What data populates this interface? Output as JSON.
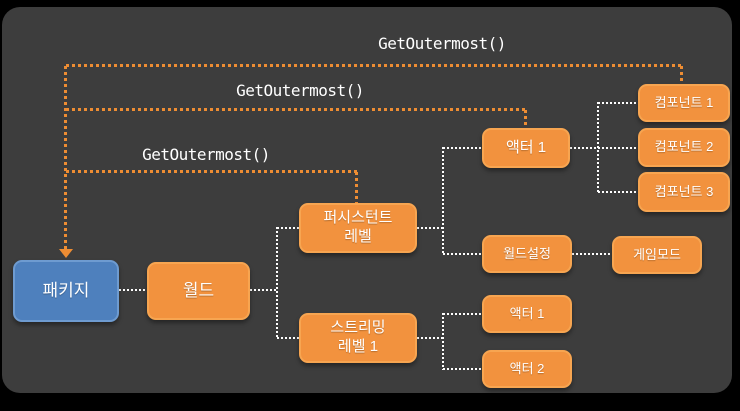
{
  "diagram": {
    "annotations": {
      "get_outermost_top": "GetOutermost()",
      "get_outermost_mid": "GetOutermost()",
      "get_outermost_low": "GetOutermost()"
    },
    "nodes": {
      "package": {
        "label": "패키지"
      },
      "world": {
        "label": "월드"
      },
      "persistent_level": {
        "label": "퍼시스턴트\n레벨"
      },
      "streaming_level_1": {
        "label": "스트리밍\n레벨 1"
      },
      "actor_1_persistent": {
        "label": "액터 1"
      },
      "world_settings": {
        "label": "월드설정"
      },
      "game_mode": {
        "label": "게임모드"
      },
      "actor_1_streaming": {
        "label": "액터 1"
      },
      "actor_2_streaming": {
        "label": "액터 2"
      },
      "component_1": {
        "label": "컴포넌트 1"
      },
      "component_2": {
        "label": "컴포넌트 2"
      },
      "component_3": {
        "label": "컴포넌트 3"
      }
    },
    "colors": {
      "background": "#3D3D3D",
      "frame": "#000000",
      "node_orange": "#F2923E",
      "node_orange_border": "#F7A551",
      "node_blue": "#4E80BD",
      "node_blue_border": "#6E9BD0",
      "connector_white": "#FFFFFF",
      "arrow_orange": "#EE8D33",
      "text": "#FFFFFF"
    }
  }
}
